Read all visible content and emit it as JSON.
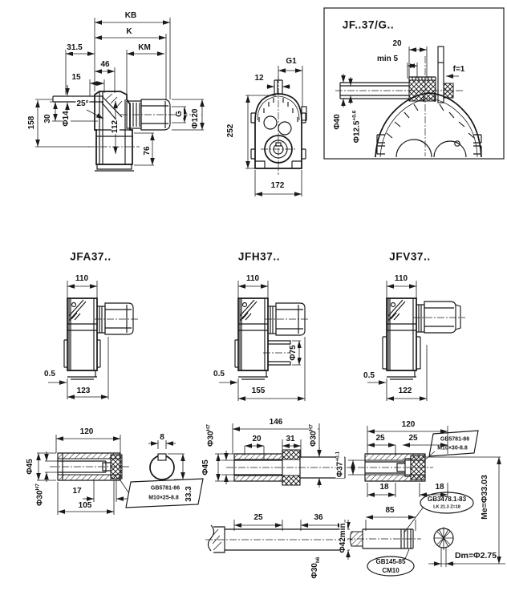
{
  "side": {
    "kb": "KB",
    "k": "K",
    "km": "KM",
    "d315": "31.5",
    "d46": "46",
    "d15": "15",
    "angle": "25°",
    "phi14": "Φ14",
    "d30": "30",
    "d158": "158",
    "d112": "112",
    "d76": "76",
    "g": "G",
    "phi120": "Φ120"
  },
  "front": {
    "g1": "G1",
    "d12": "12",
    "d252": "252",
    "d172": "172"
  },
  "detail": {
    "title": "JF..37/G..",
    "d20": "20",
    "min5": "min 5",
    "f1": "f=1",
    "phi40": "Φ40",
    "phi125": "Φ12.5",
    "phi125_tol": "+0.6"
  },
  "variants": [
    {
      "title": "JFA37..",
      "width": "110",
      "clearance": "0.5",
      "depth": "123"
    },
    {
      "title": "JFH37..",
      "width": "110",
      "clearance": "0.5",
      "depth": "155",
      "hub": "Φ75"
    },
    {
      "title": "JFV37..",
      "width": "110",
      "clearance": "0.5",
      "depth": "122"
    }
  ],
  "shaftA": {
    "len": "120",
    "od": "Φ45",
    "bore": "Φ30",
    "bore_tol": "H7",
    "d17": "17",
    "d105": "105",
    "key_w": "8",
    "key_d": "33.3",
    "callout1": "GB5781-86",
    "callout2": "M10×25-8.8"
  },
  "shaftH": {
    "len": "146",
    "bore_l": "Φ30",
    "bore_l_tol": "H7",
    "od": "Φ45",
    "d20": "20",
    "d31": "31",
    "bore_r": "Φ30",
    "bore_r_tol": "H7",
    "d25": "25",
    "d36": "36",
    "out": "Φ30",
    "out_tol": "h6"
  },
  "shaftV": {
    "len": "120",
    "d25a": "25",
    "d25b": "25",
    "bore": "Φ37",
    "bore_tol": "+0.1",
    "d18a": "18",
    "d18b": "18",
    "d85": "85",
    "phi42": "Φ42min",
    "me": "Me=Φ33.03",
    "dm": "Dm=Φ2.75",
    "bolt1": "GB5781-86",
    "bolt2": "M10×30-8.8",
    "spline1": "GB3478.1-83",
    "spline2": "LK 21.3 Z=18",
    "center1": "GB145-85",
    "center2": "CM10"
  }
}
